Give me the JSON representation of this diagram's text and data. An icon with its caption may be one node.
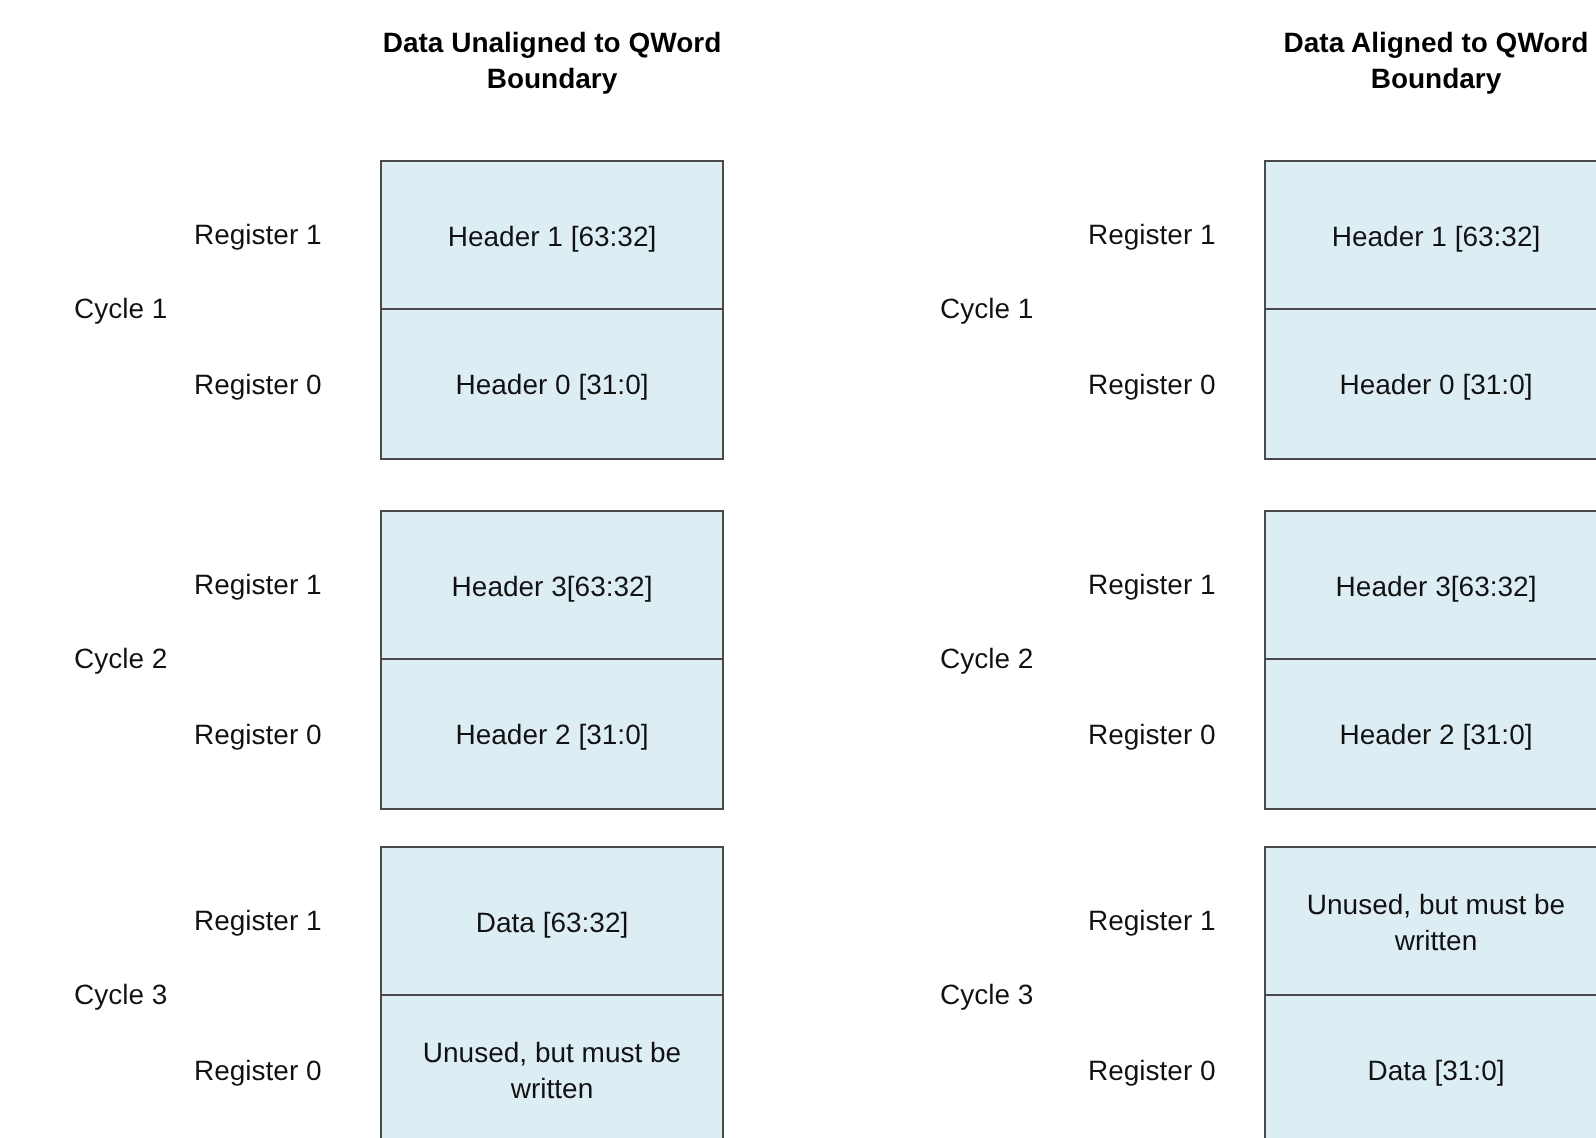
{
  "diagram": {
    "nodes": [
      {
        "text": [
          "Header 1 [63:32]"
        ]
      },
      {
        "text": [
          "Header 0 [31:0]"
        ]
      },
      {
        "text": [
          "Header 3[63:32]"
        ]
      },
      {
        "text": [
          "Header 2 [31:0]"
        ]
      },
      {
        "text": [
          "Data [63:32]"
        ]
      },
      {
        "text": [
          "Unused, but must be written"
        ]
      },
      {
        "text": [
          "Header 1 [63:32]"
        ]
      },
      {
        "text": [
          "Header 0 [31:0]"
        ]
      },
      {
        "text": [
          "Header 3[63:32]"
        ]
      },
      {
        "text": [
          "Header 2 [31:0]"
        ]
      },
      {
        "text": [
          "Unused, but must be written"
        ]
      },
      {
        "text": [
          "Data [31:0]"
        ]
      }
    ],
    "labels": [
      "Data Unaligned to QWord Boundary",
      "Data Aligned to QWord Boundary",
      "Register 1",
      "Register 1",
      "Cycle 1",
      "Cycle 1",
      "Register 0",
      "Register 0",
      "Register 1",
      "Register 1",
      "Cycle 2",
      "Cycle 2",
      "Register 0",
      "Register 0",
      "Register 1",
      "Register 1",
      "Cycle 3",
      "Cycle 3",
      "Register 0",
      "Register 0"
    ]
  }
}
